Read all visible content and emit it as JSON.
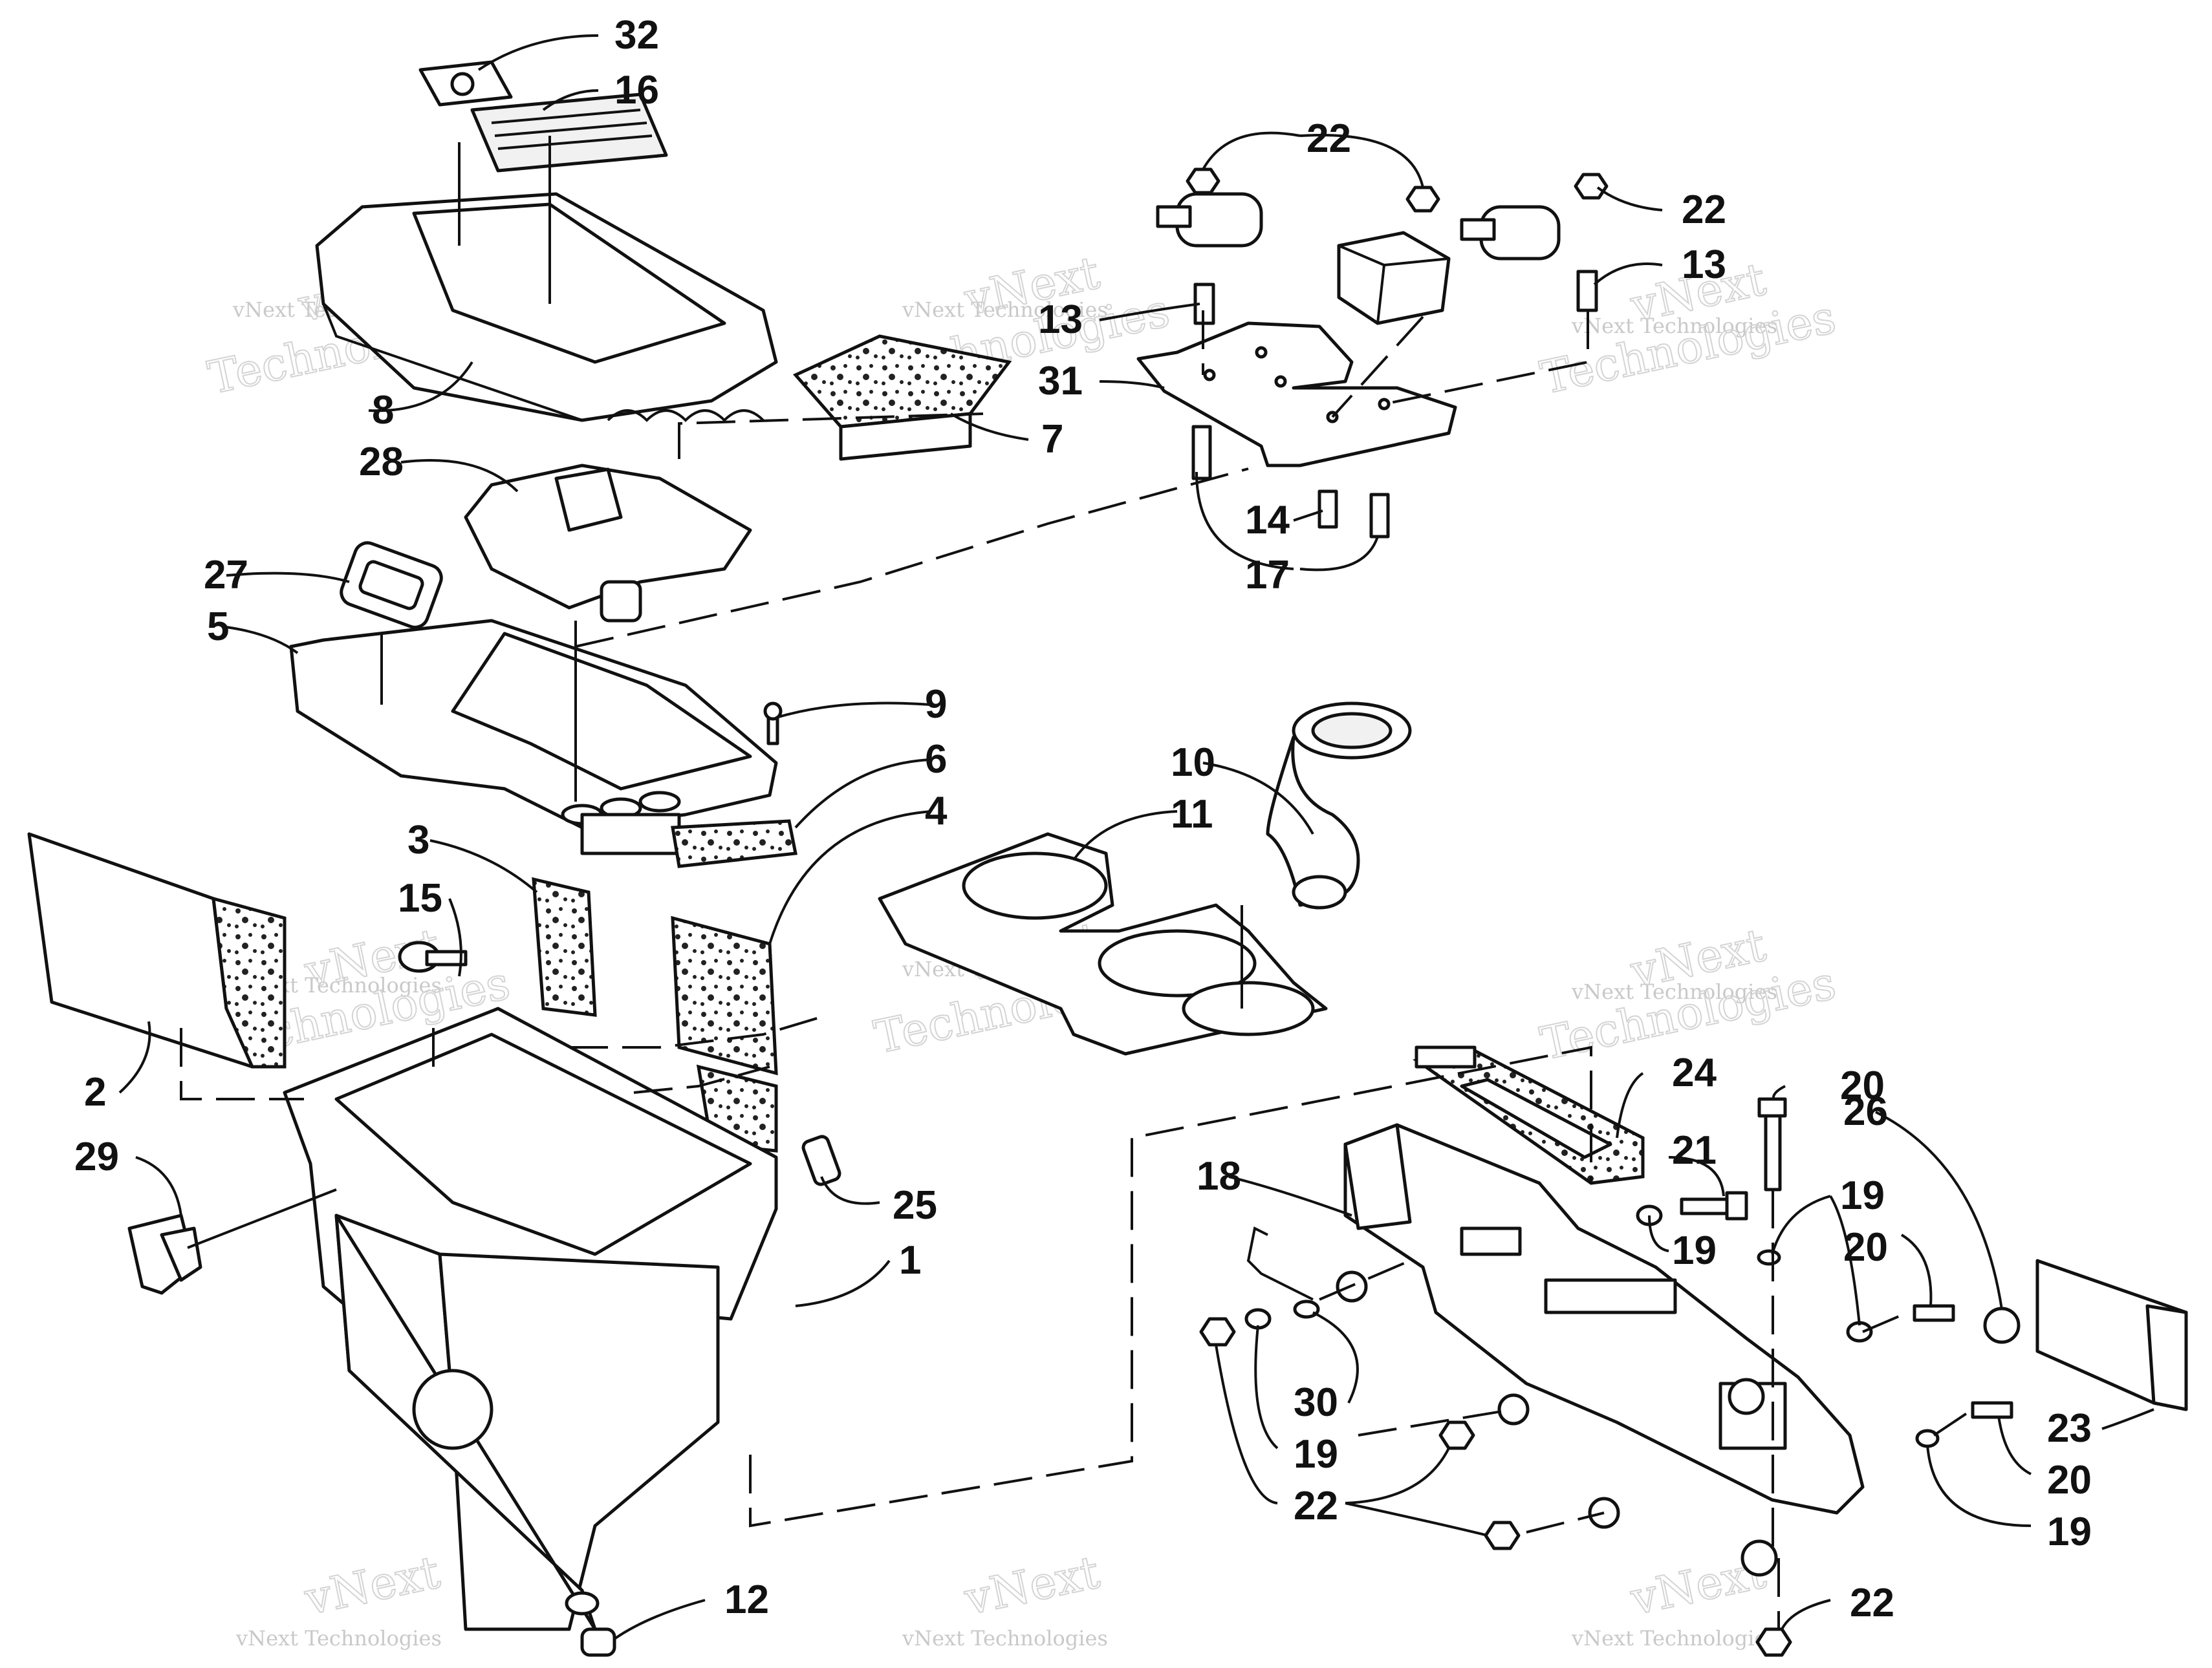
{
  "watermark": {
    "small": "vNext Technologies",
    "big_a": "vNext",
    "big_b": "Technologies"
  },
  "callouts": {
    "c1": "1",
    "c2": "2",
    "c3": "3",
    "c4": "4",
    "c5": "5",
    "c6": "6",
    "c7": "7",
    "c8": "8",
    "c9": "9",
    "c10": "10",
    "c11": "11",
    "c12": "12",
    "c13a": "13",
    "c13b": "13",
    "c14": "14",
    "c15": "15",
    "c16": "16",
    "c17": "17",
    "c18": "18",
    "c19a": "19",
    "c19b": "19",
    "c19c": "19",
    "c19d": "19",
    "c20a": "20",
    "c20b": "20",
    "c20c": "20",
    "c21": "21",
    "c22a": "22",
    "c22b": "22",
    "c22c": "22",
    "c22d": "22",
    "c23": "23",
    "c24": "24",
    "c25": "25",
    "c26": "26",
    "c27": "27",
    "c28": "28",
    "c29": "29",
    "c30": "30",
    "c31": "31",
    "c32": "32"
  },
  "colors": {
    "ink": "#111111",
    "watermark": "#c9c9c9"
  }
}
